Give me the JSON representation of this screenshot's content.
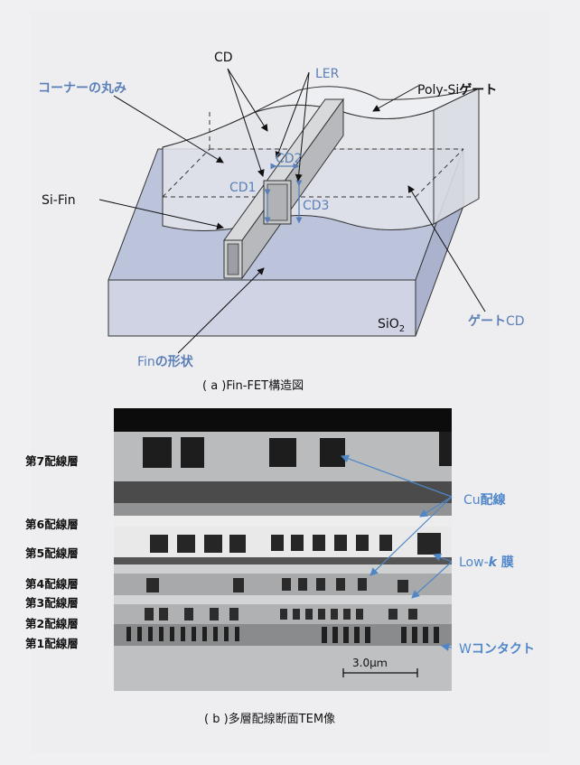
{
  "figure_a": {
    "labels": {
      "cd": "CD",
      "ler": "LER",
      "corner": "コーナーの丸み",
      "poly_prefix": "Poly-Si",
      "poly_suffix": "ゲート",
      "si_fin": "Si-Fin",
      "cd1": "CD1",
      "cd2": "CD2",
      "cd3": "CD3",
      "sio2_base": "SiO",
      "sio2_sub": "2",
      "gate_cd_prefix": "ゲート",
      "gate_cd_suffix": "CD",
      "fin_shape_prefix": "Fin",
      "fin_shape_suffix": "の形状"
    },
    "caption": "( a )Fin-FET構造図"
  },
  "figure_b": {
    "layers": [
      "第7配線層",
      "第6配線層",
      "第5配線層",
      "第4配線層",
      "第3配線層",
      "第2配線層",
      "第1配線層"
    ],
    "labels": {
      "cu_prefix": "Cu",
      "cu_suffix": "配線",
      "lowk_prefix": "Low-",
      "lowk_k": "k",
      "lowk_suffix": " 膜",
      "w_prefix": "W",
      "w_suffix": "コンタクト",
      "scale": "3.0μｍ"
    },
    "caption": "( b )多層配線断面TEM像"
  },
  "colors": {
    "accent_blue": "#5a7fb8",
    "sio2_fill": "#cfd3e3",
    "gate_fill": "#e6e7ea"
  }
}
